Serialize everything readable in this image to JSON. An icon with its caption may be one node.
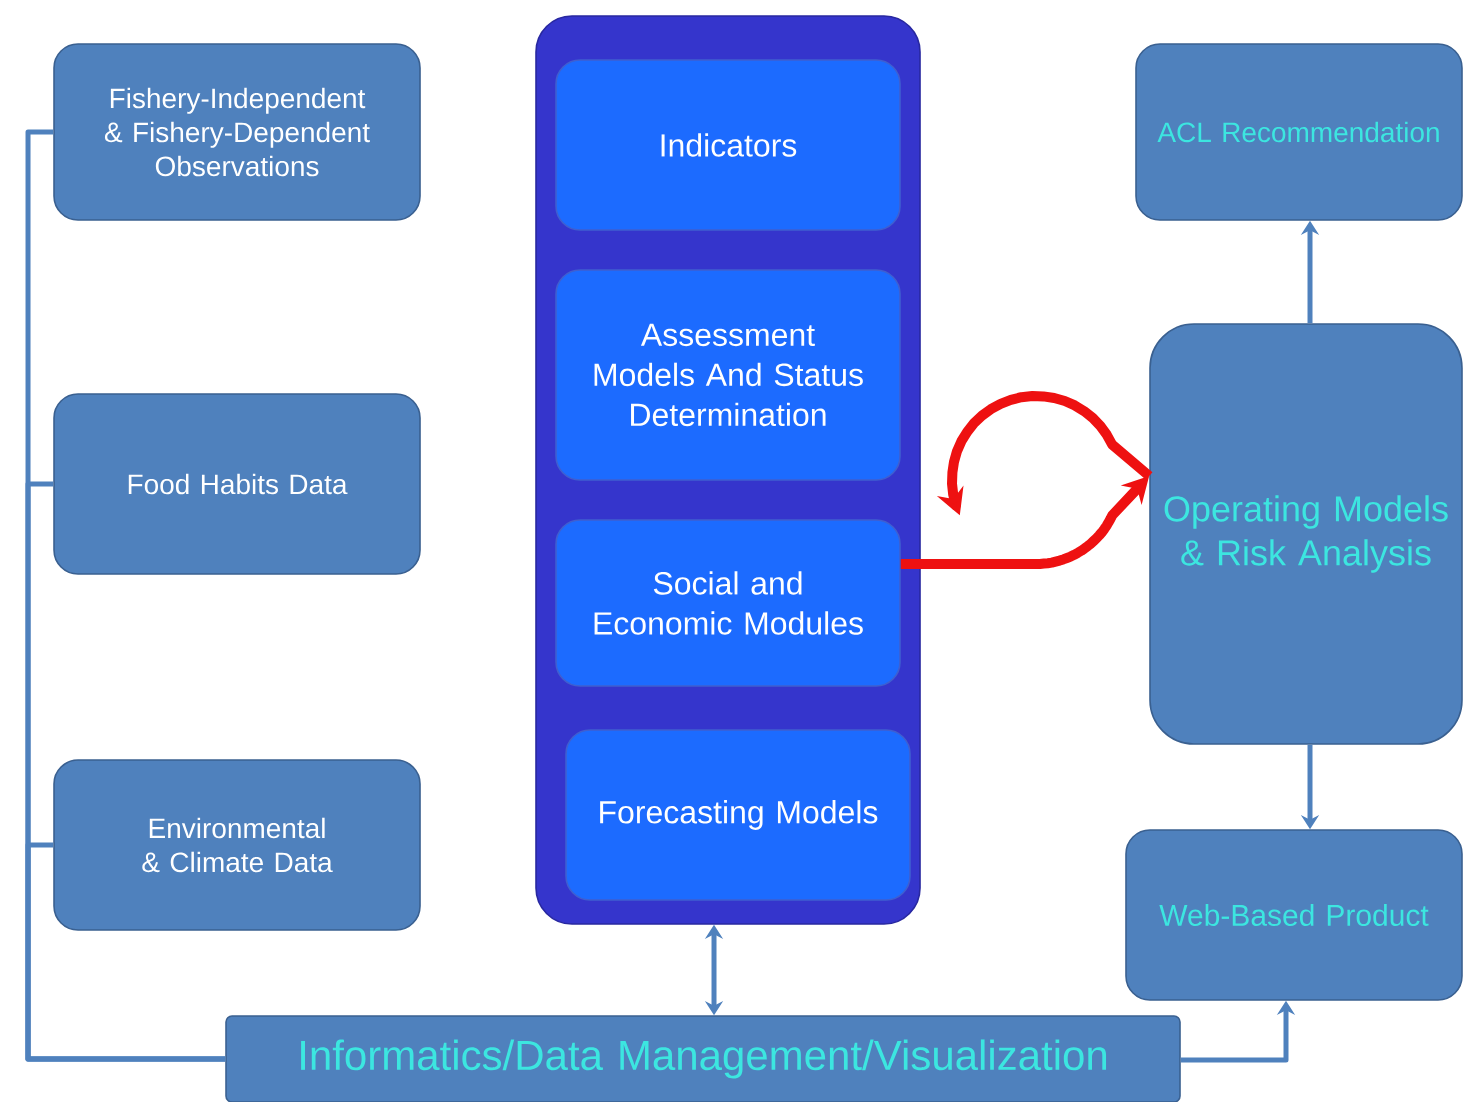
{
  "diagram": {
    "nodes": [
      {
        "text": [
          "Fishery-Independent & Fishery-Dependent Observations"
        ]
      },
      {
        "text": [
          "Food Habits Data"
        ]
      },
      {
        "text": [
          "Environmental & Climate Data"
        ]
      },
      {
        "text": [],
        "shape": "box"
      },
      {
        "text": [
          "Indicators"
        ],
        "in": 3
      },
      {
        "text": [
          "Assessment Models And Status Determination"
        ],
        "in": 3
      },
      {
        "text": [
          "Social and Economic Modules"
        ],
        "in": 3
      },
      {
        "text": [
          "Forecasting Models"
        ],
        "in": 3
      },
      {
        "text": [
          "ACL Recommendation"
        ]
      },
      {
        "text": [
          "Operating Models & Risk Analysis"
        ]
      },
      {
        "text": [
          "Web-Based Product"
        ]
      },
      {
        "text": [
          "Informatics/Data Management/Visualization"
        ]
      }
    ],
    "edges": [
      {
        "from": 0,
        "to": 11,
        "arrow": "none"
      },
      {
        "from": 1,
        "to": 11,
        "arrow": "none"
      },
      {
        "from": 2,
        "to": 11,
        "arrow": "none"
      },
      {
        "from": 3,
        "to": 11,
        "arrow": "both"
      },
      {
        "from": 9,
        "to": 8,
        "arrow": "to"
      },
      {
        "from": 9,
        "to": 10,
        "arrow": "to"
      },
      {
        "from": 11,
        "to": 10,
        "arrow": "to"
      },
      {
        "from": 6,
        "to": 9,
        "arrow": "to",
        "style": "thick",
        "color": "#ee1111"
      },
      {
        "from": 9,
        "to": null,
        "arrow": "to",
        "style": "thick",
        "color": "#ee1111"
      }
    ]
  }
}
